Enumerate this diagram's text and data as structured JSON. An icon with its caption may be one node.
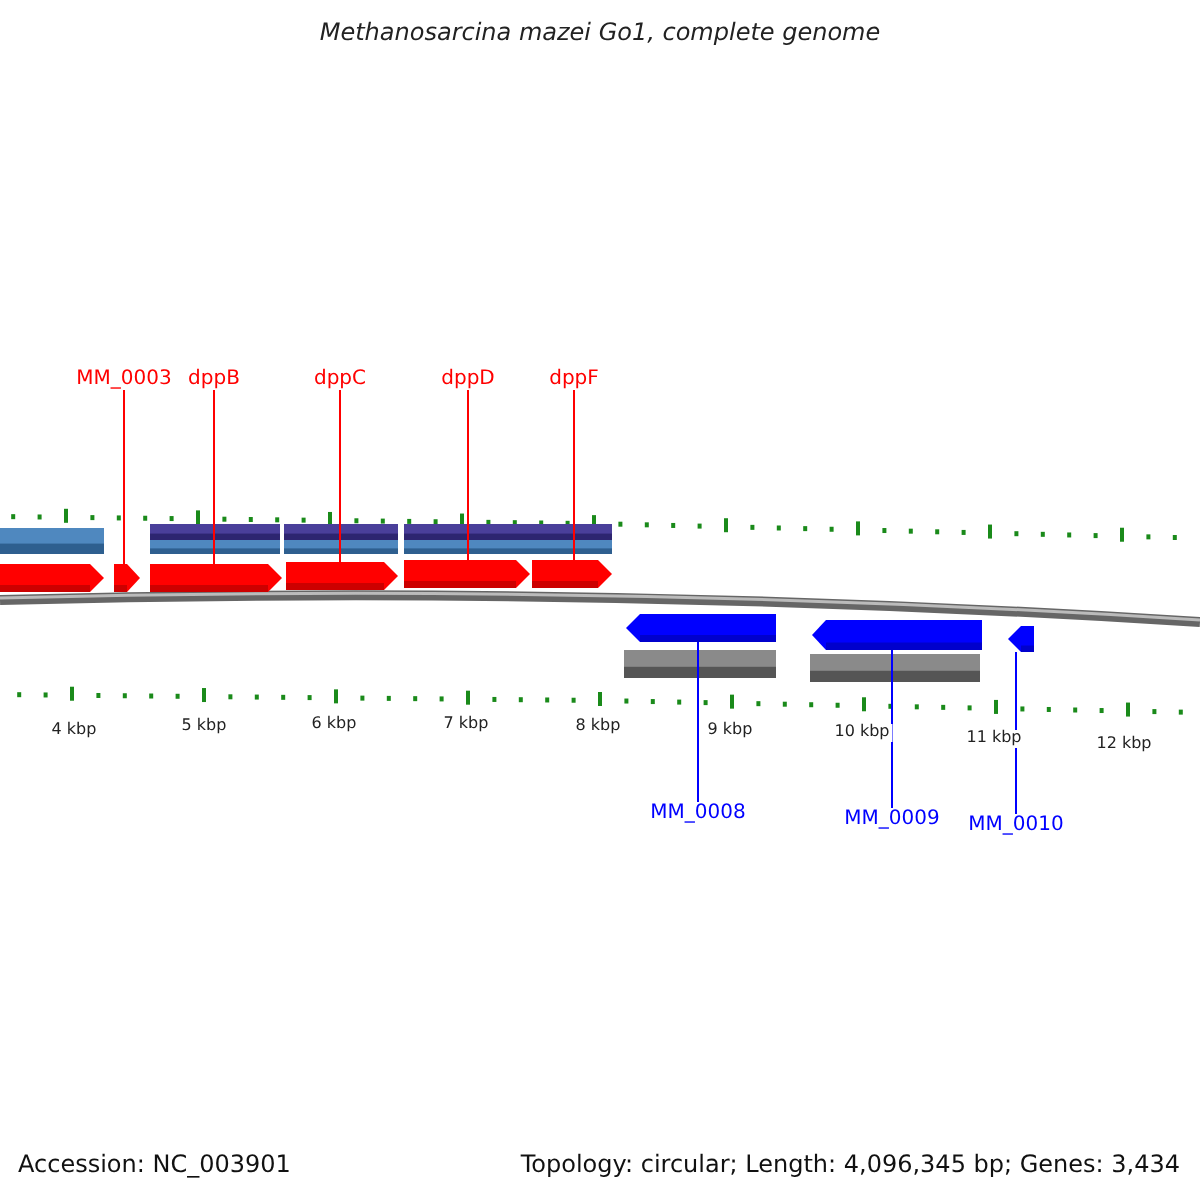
{
  "diagram": {
    "title": "Methanosarcina mazei Go1, complete genome",
    "nodes": [
      {
        "text": [
          "MM_0003"
        ]
      },
      {
        "text": [
          "dppB"
        ]
      },
      {
        "text": [
          "dppC"
        ]
      },
      {
        "text": [
          "dppD"
        ]
      },
      {
        "text": [
          "dppF"
        ]
      },
      {
        "text": [
          "MM_0008"
        ]
      },
      {
        "text": [
          "MM_0009"
        ]
      },
      {
        "text": [
          "MM_0010"
        ]
      },
      {
        "text": [],
        "shape": "pentagon"
      },
      {
        "text": [],
        "shape": "pentagon"
      },
      {
        "text": [],
        "shape": "pentagon"
      },
      {
        "text": [],
        "shape": "pentagon"
      },
      {
        "text": [],
        "shape": "pentagon"
      },
      {
        "text": [],
        "shape": "pentagon"
      },
      {
        "text": [],
        "shape": "pentagon"
      },
      {
        "text": [],
        "shape": "pentagon"
      },
      {
        "text": [],
        "shape": "pentagon"
      }
    ],
    "edges": [
      {
        "from": 0,
        "to": 9,
        "arrow": "none"
      },
      {
        "from": 1,
        "to": 10,
        "arrow": "none"
      },
      {
        "from": 2,
        "to": 11,
        "arrow": "none"
      },
      {
        "from": 3,
        "to": 12,
        "arrow": "none"
      },
      {
        "from": 4,
        "to": 13,
        "arrow": "none"
      },
      {
        "from": 5,
        "to": 14,
        "arrow": "none",
        "color": "#0000ff"
      },
      {
        "from": 6,
        "to": 15,
        "arrow": "none",
        "color": "#0000ff"
      },
      {
        "from": 7,
        "to": 16,
        "arrow": "none",
        "color": "#0000ff"
      }
    ],
    "labels": [
      "4 kbp",
      "5 kbp",
      "6 kbp",
      "7 kbp",
      "8 kbp",
      "9 kbp",
      "10 kbp",
      "11 kbp",
      "12 kbp",
      "Accession: NC_003901",
      "Topology: circular; Length: 4,096,345 bp; Genes: 3,434"
    ]
  }
}
